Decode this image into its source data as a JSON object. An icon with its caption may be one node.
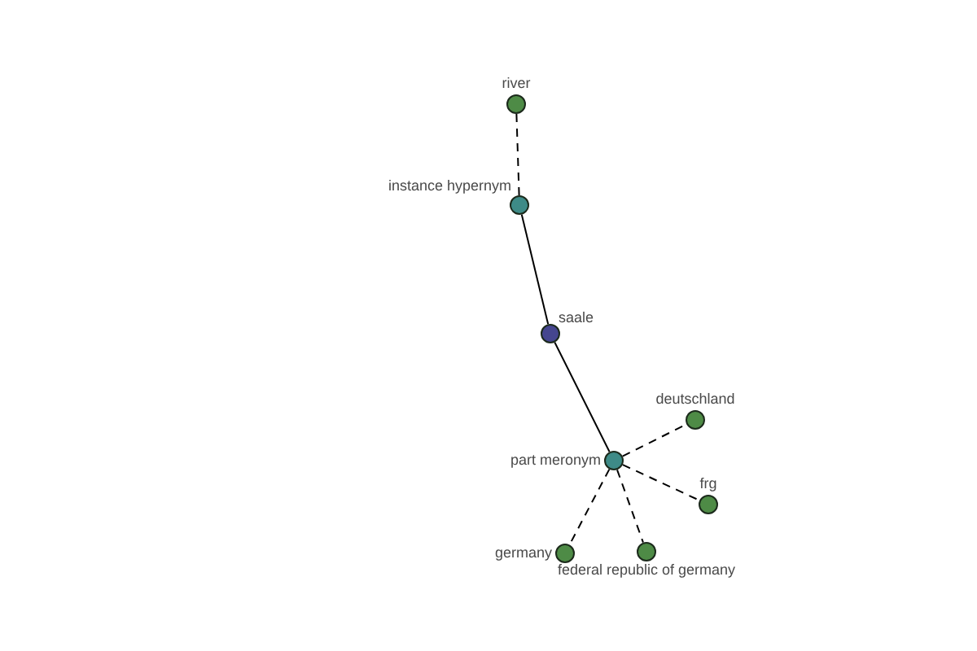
{
  "diagram": {
    "nodes": [
      {
        "text": [
          "river"
        ]
      },
      {
        "text": [
          "instance hypernym"
        ]
      },
      {
        "text": [
          "saale"
        ]
      },
      {
        "text": [
          "deutschland"
        ]
      },
      {
        "text": [
          "part meronym"
        ]
      },
      {
        "text": [
          "frg"
        ]
      },
      {
        "text": [
          "germany"
        ]
      },
      {
        "text": [
          "federal republic of germany"
        ]
      }
    ],
    "edges": [
      {
        "from": 0,
        "to": 1,
        "arrow": "none",
        "style": "dashed"
      },
      {
        "from": 1,
        "to": 2,
        "arrow": "none"
      },
      {
        "from": 2,
        "to": 4,
        "arrow": "none"
      },
      {
        "from": 4,
        "to": 3,
        "arrow": "none",
        "style": "dashed"
      },
      {
        "from": 4,
        "to": 5,
        "arrow": "none",
        "style": "dashed"
      },
      {
        "from": 4,
        "to": 6,
        "arrow": "none",
        "style": "dashed"
      },
      {
        "from": 4,
        "to": 7,
        "arrow": "none",
        "style": "dashed"
      }
    ]
  }
}
